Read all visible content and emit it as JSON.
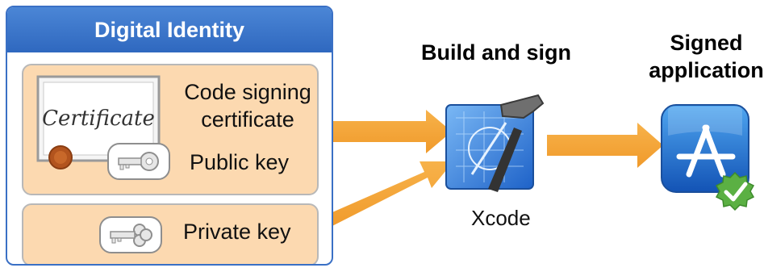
{
  "identity": {
    "title": "Digital Identity",
    "certificate_label_line1": "Code signing",
    "certificate_label_line2": "certificate",
    "public_key_label": "Public key",
    "private_key_label": "Private key",
    "certificate_image_text": "Certificate"
  },
  "build": {
    "title": "Build and sign",
    "tool_label": "Xcode"
  },
  "output": {
    "title_line1": "Signed",
    "title_line2": "application"
  },
  "colors": {
    "panel_blue": "#3a70c5",
    "card_fill": "#fcd9b0",
    "arrow_orange": "#f5a63a",
    "check_green": "#5bb043"
  }
}
